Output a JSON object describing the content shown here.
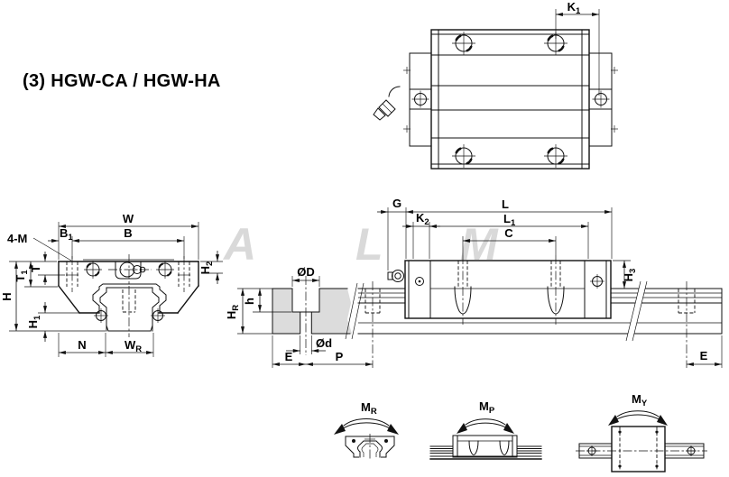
{
  "title": "(3) HGW-CA / HGW-HA",
  "watermark": {
    "l1": "A",
    "l2": "L",
    "l3": "M"
  },
  "dims": {
    "k1": {
      "m": "K",
      "s": "1"
    },
    "w": {
      "m": "W",
      "s": ""
    },
    "b": {
      "m": "B",
      "s": ""
    },
    "b1": {
      "m": "B",
      "s": "1"
    },
    "four_m": {
      "m": "4-M",
      "s": ""
    },
    "h2": {
      "m": "H",
      "s": "2"
    },
    "t": {
      "m": "T",
      "s": ""
    },
    "t1": {
      "m": "T",
      "s": "1"
    },
    "h": {
      "m": "H",
      "s": ""
    },
    "h1": {
      "m": "H",
      "s": "1"
    },
    "n": {
      "m": "N",
      "s": ""
    },
    "wr": {
      "m": "W",
      "s": "R"
    },
    "od": {
      "m": "ØD",
      "s": ""
    },
    "ods": {
      "m": "Ød",
      "s": ""
    },
    "hs": {
      "m": "h",
      "s": ""
    },
    "hr": {
      "m": "H",
      "s": "R"
    },
    "e_mid": {
      "m": "E",
      "s": ""
    },
    "p": {
      "m": "P",
      "s": ""
    },
    "g": {
      "m": "G",
      "s": ""
    },
    "l": {
      "m": "L",
      "s": ""
    },
    "l1": {
      "m": "L",
      "s": "1"
    },
    "c": {
      "m": "C",
      "s": ""
    },
    "k2": {
      "m": "K",
      "s": "2"
    },
    "h3": {
      "m": "H",
      "s": "3"
    },
    "e_side": {
      "m": "E",
      "s": ""
    }
  },
  "moments": {
    "mr": {
      "m": "M",
      "s": "R"
    },
    "mp": {
      "m": "M",
      "s": "P"
    },
    "my": {
      "m": "M",
      "s": "Y"
    }
  }
}
